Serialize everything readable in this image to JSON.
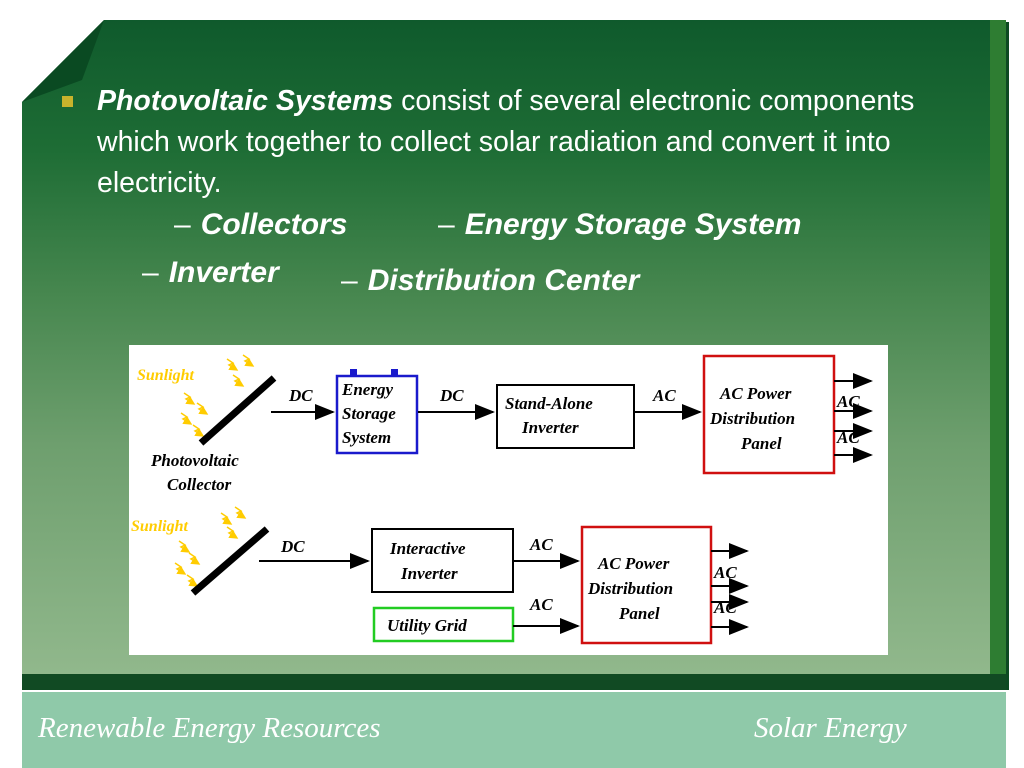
{
  "slide": {
    "paragraph": {
      "emphasis": "Photovoltaic Systems",
      "rest": " consist of several electronic components which work together to collect solar radiation and convert it into electricity."
    },
    "subitems": [
      "Collectors",
      "Energy Storage System",
      "Inverter",
      "Distribution Center"
    ],
    "dash": "–"
  },
  "diagram": {
    "top": {
      "sunlight": "Sunlight",
      "collector_line1": "Photovoltaic",
      "collector_line2": "Collector",
      "dc1": "DC",
      "storage_line1": "Energy",
      "storage_line2": "Storage",
      "storage_line3": "System",
      "dc2": "DC",
      "inverter_line1": "Stand-Alone",
      "inverter_line2": "Inverter",
      "ac_in": "AC",
      "panel_line1": "AC Power",
      "panel_line2": "Distribution",
      "panel_line3": "Panel",
      "ac_out1": "AC",
      "ac_out2": "AC"
    },
    "bottom": {
      "sunlight": "Sunlight",
      "dc": "DC",
      "inverter_line1": "Interactive",
      "inverter_line2": "Inverter",
      "ac_in1": "AC",
      "grid": "Utility Grid",
      "ac_in2": "AC",
      "panel_line1": "AC Power",
      "panel_line2": "Distribution",
      "panel_line3": "Panel",
      "ac_out1": "AC",
      "ac_out2": "AC"
    },
    "colors": {
      "storage_border": "#1a1acc",
      "panel_border": "#d01010",
      "grid_border": "#22cc22",
      "sunlight": "#ffcc00"
    }
  },
  "footer": {
    "left": "Renewable Energy Resources",
    "right": "Solar Energy"
  },
  "icons": {
    "bullet": "square-bullet-icon"
  }
}
